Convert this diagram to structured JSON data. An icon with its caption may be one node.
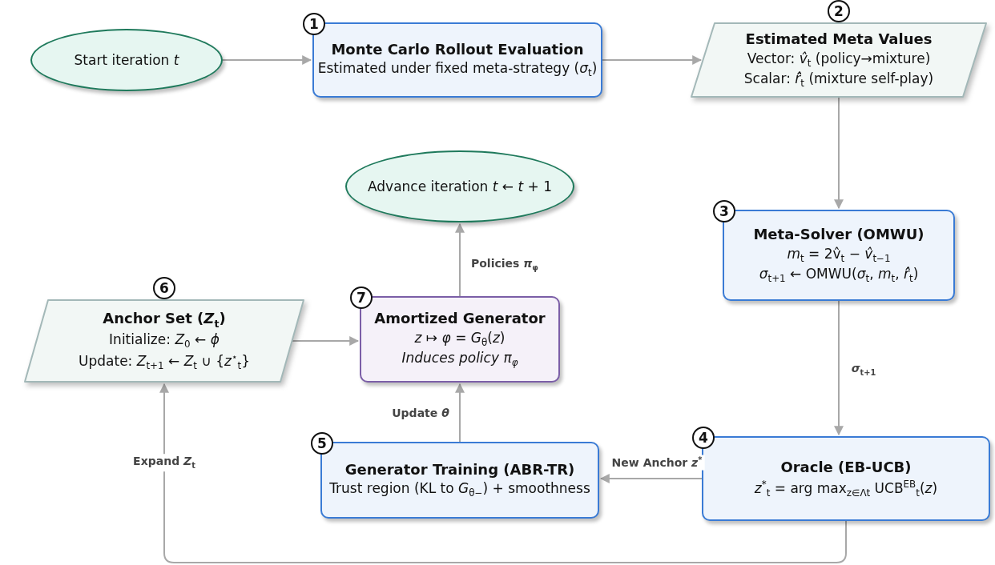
{
  "diagram": {
    "nodes": [
      {
        "text": [
          "Start iteration *t*"
        ]
      },
      {
        "text": [
          "1",
          "Monte Carlo Rollout Evaluation",
          "Estimated under fixed meta-strategy (*σ*$_{t}$)"
        ]
      },
      {
        "text": [
          "2",
          "Estimated Meta Values",
          "Vector: *v̂*$_{t}$ (policy→mixture)",
          "Scalar: *r̂̂*$_{t}$ (mixture self-play)"
        ]
      },
      {
        "text": [
          "3",
          "Meta-Solver (OMWU)",
          "*m*$_{t}$ = 2v̂$_{t}$ − *v̂*$_{t−1}$",
          "*σ*$_{t+1}$ ← OMWU(*σ*$_{t}$, *m*$_{t}$, *r̂̂*$_{t}$)"
        ]
      },
      {
        "text": [
          "4",
          "Oracle (EB-UCB)",
          "*z*$^{*}$$_{t}$ = arg max$_{z∈Λt}$ UCB$^{EB}$$_{t}$(*z*)"
        ]
      },
      {
        "text": [
          "5",
          "Generator Training (ABR-TR)",
          "Trust region (KL to *G*$_{θ−}$) + smoothness"
        ]
      },
      {
        "text": [
          "6",
          "Anchor Set (*Z*$_{t}$)",
          "Initialize: *Z*$_{0}$ ← *ϕ*",
          "Update: *Z*$_{t+1}$ ← *Z*$_{t}$ ∪ {*z*$^{⋆}$$_{t}$}"
        ]
      },
      {
        "text": [
          "7",
          "Amortized Generator",
          "*z* ↦ *φ* = *G*$_{θ}$(*z*)",
          "Induces policy π$_{φ}$"
        ]
      },
      {
        "text": [
          "Advance iteration *t* ← *t* + 1"
        ]
      }
    ],
    "edges": [
      {
        "from": 0,
        "to": 1,
        "arrow": "to"
      },
      {
        "from": 1,
        "to": 2,
        "arrow": "to"
      },
      {
        "from": 2,
        "to": 3,
        "arrow": "to"
      },
      {
        "from": 3,
        "to": 4,
        "arrow": "to",
        "label": "*σ*$_{t+1}$"
      },
      {
        "from": 4,
        "to": 5,
        "arrow": "to",
        "label": "New Anchor *z*$^{*}$"
      },
      {
        "from": 5,
        "to": 7,
        "arrow": "to",
        "label": "Update *θ*"
      },
      {
        "from": 6,
        "to": 7,
        "arrow": "to"
      },
      {
        "from": 7,
        "to": 8,
        "arrow": "to",
        "label": "Policies *π*$_{φ}$"
      },
      {
        "from": 4,
        "to": 6,
        "arrow": "to",
        "label": "Expand *Z*$_{t}$"
      }
    ]
  }
}
